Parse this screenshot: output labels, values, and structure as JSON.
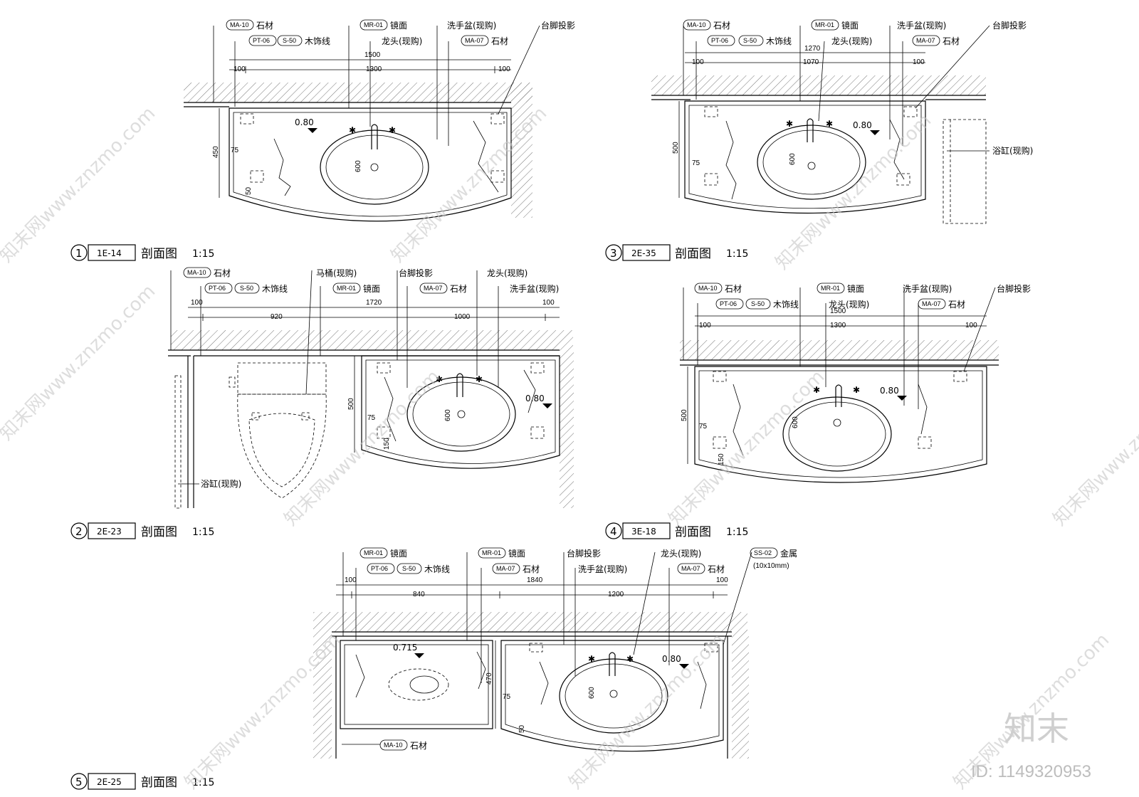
{
  "watermark": {
    "site": "知末网www.znzmo.com",
    "brand": "知末",
    "id": "ID: 1149320953"
  },
  "drawings": [
    {
      "number": "1",
      "code": "1E-14",
      "title": "剖面图",
      "scale": "1:15",
      "labels": [
        "MA-10",
        "石材",
        "PT-06",
        "S-50",
        "木饰线",
        "MR-01",
        "镜面",
        "龙头(现购)",
        "洗手盆(现购)",
        "MA-07",
        "石材",
        "台脚投影"
      ],
      "dims": {
        "total": "1500",
        "left": "100",
        "mid": "1300",
        "right": "100",
        "depth": "450",
        "bowl": "600",
        "edge": "75",
        "foot": "50",
        "level": "0.80"
      }
    },
    {
      "number": "3",
      "code": "2E-35",
      "title": "剖面图",
      "scale": "1:15",
      "labels": [
        "MA-10",
        "石材",
        "PT-06",
        "S-50",
        "木饰线",
        "MR-01",
        "镜面",
        "龙头(现购)",
        "洗手盆(现购)",
        "MA-07",
        "石材",
        "台脚投影",
        "浴缸(现购)"
      ],
      "dims": {
        "total": "1270",
        "left": "100",
        "mid": "1070",
        "right": "100",
        "depth": "500",
        "bowl": "600",
        "edge": "75",
        "level": "0.80"
      }
    },
    {
      "number": "2",
      "code": "2E-23",
      "title": "剖面图",
      "scale": "1:15",
      "labels": [
        "MA-10",
        "石材",
        "PT-06",
        "S-50",
        "木饰线",
        "马桶(现购)",
        "MR-01",
        "镜面",
        "台脚投影",
        "MA-07",
        "石材",
        "龙头(现购)",
        "洗手盆(现购)",
        "浴缸(现购)"
      ],
      "dims": {
        "total": "1720",
        "left": "100",
        "a": "920",
        "b": "1000",
        "right": "100",
        "depth": "500",
        "bowl": "600",
        "edge": "75",
        "foot": "150",
        "level": "0.80"
      }
    },
    {
      "number": "4",
      "code": "3E-18",
      "title": "剖面图",
      "scale": "1:15",
      "labels": [
        "MA-10",
        "石材",
        "PT-06",
        "S-50",
        "木饰线",
        "MR-01",
        "镜面",
        "龙头(现购)",
        "洗手盆(现购)",
        "MA-07",
        "石材",
        "台脚投影"
      ],
      "dims": {
        "total": "1500",
        "left": "100",
        "mid": "1300",
        "right": "100",
        "depth": "500",
        "bowl": "600",
        "edge": "75",
        "foot": "150",
        "level": "0.80"
      }
    },
    {
      "number": "5",
      "code": "2E-25",
      "title": "剖面图",
      "scale": "1:15",
      "labels": [
        "MR-01",
        "镜面",
        "PT-06",
        "S-50",
        "木饰线",
        "MR-01",
        "镜面",
        "MA-07",
        "石材",
        "台脚投影",
        "洗手盆(现购)",
        "龙头(现购)",
        "MA-07",
        "石材",
        "SS-02",
        "金属",
        "(10x10mm)",
        "MA-10",
        "石材"
      ],
      "dims": {
        "total": "1840",
        "left": "100",
        "a": "840",
        "b": "1200",
        "right": "100",
        "depth": "470",
        "bowl": "600",
        "edge": "75",
        "foot": "50",
        "level": "0.80",
        "level2": "0.715"
      }
    }
  ]
}
